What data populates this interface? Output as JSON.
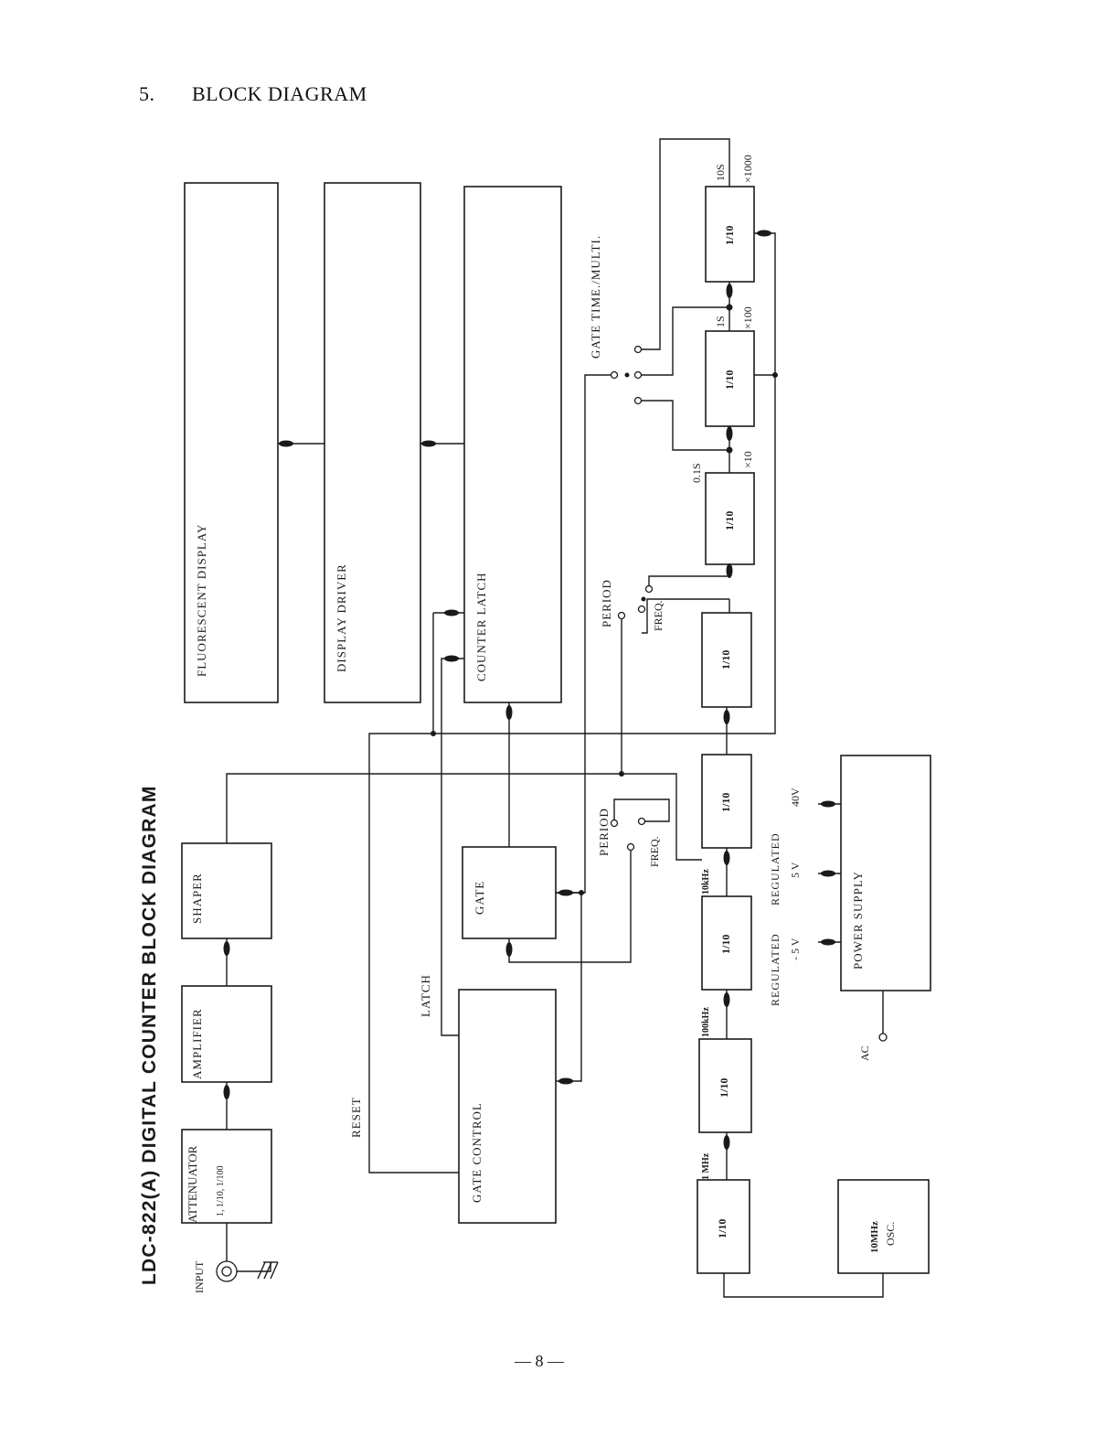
{
  "heading": {
    "number": "5.",
    "title": "BLOCK DIAGRAM"
  },
  "diagram": {
    "title": "LDC-822(A) DIGITAL COUNTER BLOCK DIAGRAM",
    "blocks": {
      "fluorescent_display": "FLUORESCENT DISPLAY",
      "display_driver": "DISPLAY DRIVER",
      "counter_latch": "COUNTER LATCH",
      "shaper": "SHAPER",
      "amplifier": "AMPLIFIER",
      "attenuator": "ATTENUATOR",
      "attenuator_ratio": "1, 1/10, 1/100",
      "gate": "GATE",
      "gate_control": "GATE CONTROL",
      "power_supply": "POWER SUPPLY",
      "osc_freq": "10MHz",
      "osc": "OSC.",
      "divider": "1/10"
    },
    "labels": {
      "input": "INPUT",
      "reset": "RESET",
      "latch": "LATCH",
      "period": "PERIOD",
      "freq": "FREQ.",
      "gate_time": "GATE TIME./MULTI.",
      "f_1mhz": "1 MHz",
      "f_100khz": "100kHz",
      "f_10khz": "10kHz",
      "t_01s": "0.1S",
      "t_1s": "1S",
      "t_10s": "10S",
      "m_x10": "×10",
      "m_x100": "×100",
      "m_x1000": "×1000",
      "regulated": "REGULATED",
      "v_neg5": "- 5 V",
      "v_5": "5 V",
      "v_40": "40V",
      "ac": "AC"
    }
  },
  "page_number": "— 8 —"
}
